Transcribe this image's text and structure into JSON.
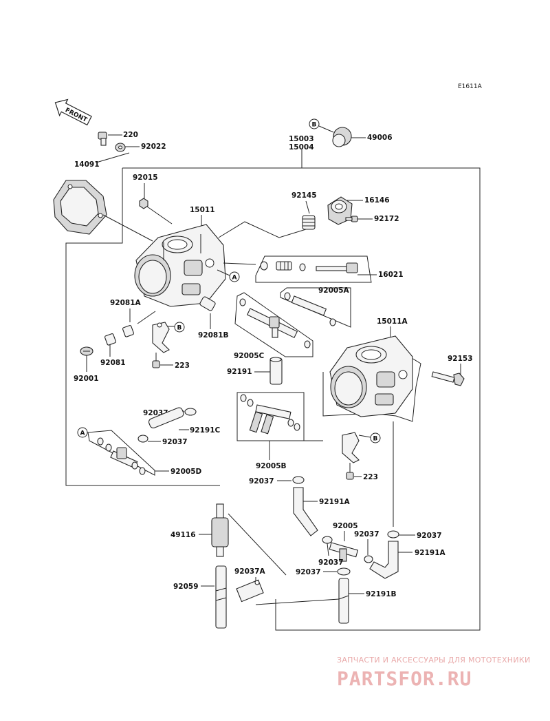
{
  "diagram": {
    "code": "E1611A",
    "front": "FRONT",
    "labels": {
      "l220": "220",
      "l92022": "92022",
      "l14091": "14091",
      "l15003": "15003",
      "l15004": "15004",
      "l49006": "49006",
      "l92015": "92015",
      "l92145": "92145",
      "l16146": "16146",
      "l15011": "15011",
      "l92172": "92172",
      "l16021": "16021",
      "l92005A": "92005A",
      "l92081A": "92081A",
      "l92081B": "92081B",
      "l15011A": "15011A",
      "l92081": "92081",
      "l92001": "92001",
      "l223a": "223",
      "l92005C": "92005C",
      "l92191": "92191",
      "l92153": "92153",
      "l92037a": "92037",
      "l92191C": "92191C",
      "l92037b": "92037",
      "l92005D": "92005D",
      "l92005B": "92005B",
      "l223b": "223",
      "l92037c": "92037",
      "l92191A": "92191A",
      "l49116": "49116",
      "l92005": "92005",
      "l92037d": "92037",
      "l92037e": "92037",
      "l92191A2": "92191A",
      "l92037f": "92037",
      "l92037g": "92037",
      "l92037A": "92037A",
      "l92059": "92059",
      "l92191B": "92191B"
    },
    "refs": {
      "A": "A",
      "B": "B"
    }
  },
  "watermark": {
    "line1": "ЗАПЧАСТИ И АКСЕССУАРЫ ДЛЯ МОТОТЕХНИКИ",
    "line2": "PARTSFOR.RU"
  }
}
